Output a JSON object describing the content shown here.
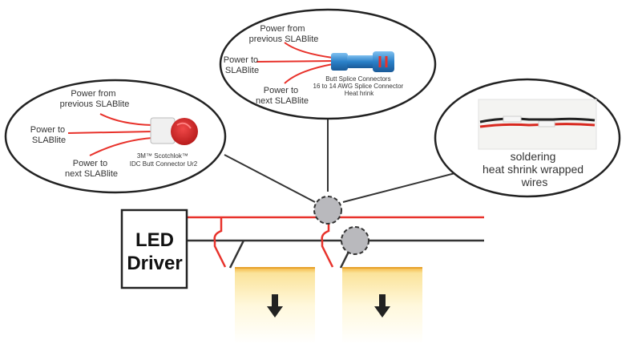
{
  "driver": {
    "line1": "LED",
    "line2": "Driver"
  },
  "bubble_left": {
    "power_from": [
      "Power from",
      "previous SLABlite"
    ],
    "power_to": [
      "Power to",
      "SLABlite"
    ],
    "power_next": [
      "Power to",
      "next SLABlite"
    ],
    "product": [
      "3M™ Scotchlok™",
      "IDC Butt Connector Ur2"
    ]
  },
  "bubble_top": {
    "power_from": [
      "Power from",
      "previous SLABlite"
    ],
    "power_to": [
      "Power to",
      "SLABlite"
    ],
    "power_next": [
      "Power to",
      "next SLABlite"
    ],
    "product": [
      "Butt Splice Connectors",
      "16 to 14 AWG Splice Connector",
      "Heat hrink"
    ]
  },
  "bubble_right": {
    "caption": [
      "soldering",
      "heat shrink wrapped",
      "wires"
    ]
  },
  "colors": {
    "wire_red": "#e8322b",
    "wire_black": "#333333",
    "joint": "#b9b9bd",
    "slab_top": "#f1b63f",
    "connector_blue": "#2a80c8"
  }
}
